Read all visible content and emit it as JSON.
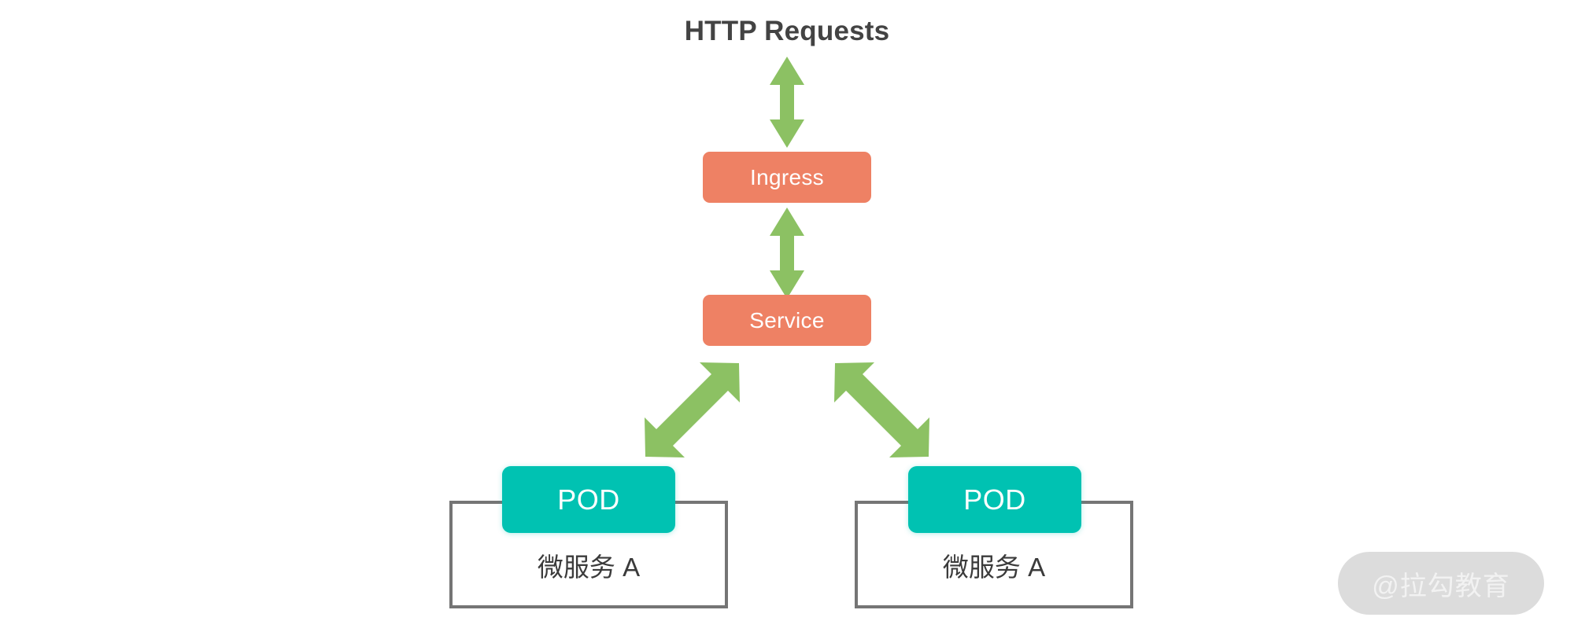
{
  "diagram": {
    "title": "HTTP Requests",
    "background_color": "#ffffff",
    "colors": {
      "arrow_green": "#8cc163",
      "node_orange": "#ee8164",
      "pod_teal": "#00c2b2",
      "outline_gray": "#757575",
      "title_gray": "#434343",
      "watermark_pill": "#dcdcdc",
      "watermark_text": "#f2f2f2"
    },
    "nodes": {
      "ingress": {
        "label": "Ingress"
      },
      "service": {
        "label": "Service"
      },
      "pod_left": {
        "label": "POD"
      },
      "pod_right": {
        "label": "POD"
      },
      "microservice_left": {
        "label": "微服务 A"
      },
      "microservice_right": {
        "label": "微服务 A"
      }
    },
    "connectors": [
      {
        "name": "http-to-ingress",
        "style": "double-headed",
        "orientation": "vertical"
      },
      {
        "name": "ingress-to-service",
        "style": "double-headed",
        "orientation": "vertical"
      },
      {
        "name": "service-to-pod-left",
        "style": "double-headed",
        "orientation": "diagonal"
      },
      {
        "name": "service-to-pod-right",
        "style": "double-headed",
        "orientation": "diagonal"
      }
    ],
    "watermark": {
      "text": "@拉勾教育"
    }
  }
}
